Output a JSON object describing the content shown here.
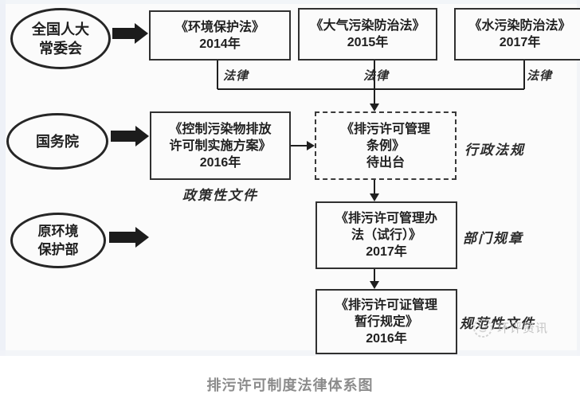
{
  "figure": {
    "actors": {
      "npc": {
        "line1": "全国人大",
        "line2": "常委会"
      },
      "state_council": {
        "line1": "国务院"
      },
      "mep": {
        "line1": "原环境",
        "line2": "保护部"
      }
    },
    "documents": {
      "ep_law": {
        "line1": "《环境保护法》",
        "line2": "2014年"
      },
      "air_law": {
        "line1": "《大气污染防治法》",
        "line2": "2015年"
      },
      "water_law": {
        "line1": "《水污染防治法》",
        "line2": "2017年"
      },
      "implementation_plan": {
        "line1": "《控制污染物排放",
        "line2": "许可制实施方案》",
        "line3": "2016年"
      },
      "regulation_pending": {
        "line1": "《排污许可管理",
        "line2": "条例》",
        "line3": "待出台"
      },
      "management_measures": {
        "line1": "《排污许可管理办",
        "line2": "法（试行）》",
        "line3": "2017年"
      },
      "interim_provisions": {
        "line1": "《排污许可证管理",
        "line2": "暂行规定》",
        "line3": "2016年"
      }
    },
    "category_labels": {
      "law": "法律",
      "policy_document": "政策性文件",
      "administrative_regulation": "行政法规",
      "department_rule": "部门规章",
      "normative_document": "规范性文件"
    },
    "watermark": {
      "text": "环评资讯"
    },
    "colors": {
      "line": "#1f1f1f",
      "caption_gray": "#8c8c8c",
      "watermark_gray": "#bfbfbf"
    }
  },
  "caption": "排污许可制度法律体系图"
}
